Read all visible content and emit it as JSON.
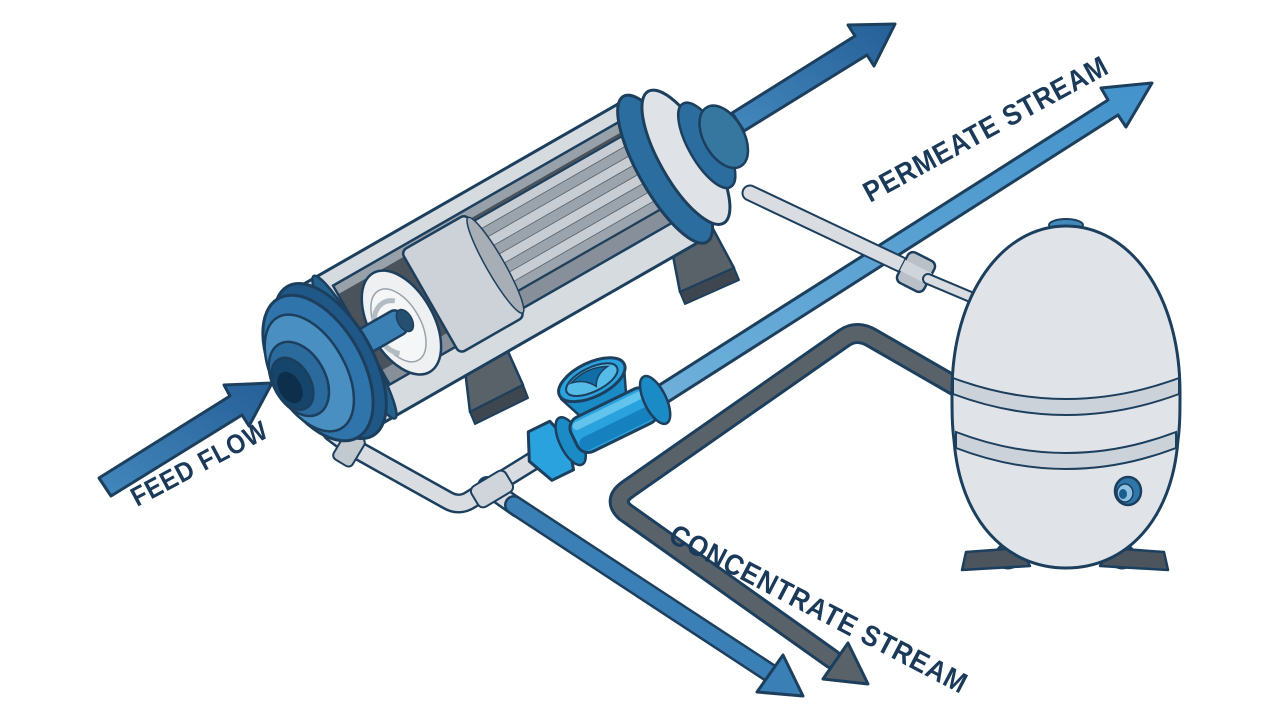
{
  "diagram": {
    "title_hint": "membrane-filtration-flow-diagram",
    "labels": {
      "feed": {
        "text": "FEED FLOW"
      },
      "permeate": {
        "text": "PERMEATE STREAM"
      },
      "concentrate": {
        "text": "CONCENTRATE STREAM"
      }
    },
    "components": [
      "feed-flow-arrow",
      "membrane-module",
      "module-outlet-arrow",
      "control-valve",
      "permeate-stream-arrow",
      "module-to-tank-pipe",
      "storage-tank",
      "concentrate-pipe-blue",
      "concentrate-pipe-gray"
    ],
    "colors": {
      "background": "#ffffff",
      "outline_navy": "#1d3f5e",
      "label_text": "#1b3a5a",
      "arrow_dark_blue": "#2d72a9",
      "arrow_light_blue": "#4f9cd1",
      "pipe_blue": "#3a80b6",
      "pipe_light_gray": "#d9dde2",
      "pipe_dark_gray": "#5a6269",
      "valve_blue": "#2aa2de",
      "module_shell_gray": "#d6dbe0",
      "module_interior_gray": "#4a525b",
      "module_cap_blue": "#2f74ab",
      "tank_gray": "#e0e4e9"
    }
  }
}
